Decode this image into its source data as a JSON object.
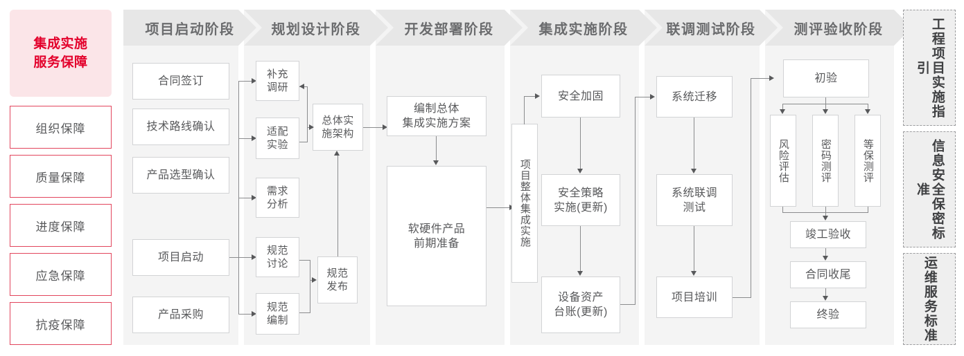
{
  "guarantee": {
    "title_line1": "集成实施",
    "title_line2": "服务保障",
    "items": [
      {
        "label": "组织保障"
      },
      {
        "label": "质量保障"
      },
      {
        "label": "进度保障"
      },
      {
        "label": "应急保障"
      },
      {
        "label": "抗疫保障"
      }
    ]
  },
  "phases": [
    {
      "id": "start",
      "title": "项目启动阶段"
    },
    {
      "id": "planning",
      "title": "规划设计阶段"
    },
    {
      "id": "deploy",
      "title": "开发部署阶段"
    },
    {
      "id": "integrate",
      "title": "集成实施阶段"
    },
    {
      "id": "jointtest",
      "title": "联调测试阶段"
    },
    {
      "id": "acceptance",
      "title": "测评验收阶段"
    }
  ],
  "nodes": {
    "start": [
      {
        "label": "合同签订"
      },
      {
        "label": "技术路线确认"
      },
      {
        "label": "产品选型确认"
      },
      {
        "label": "项目启动"
      },
      {
        "label": "产品采购"
      }
    ],
    "planning": [
      {
        "label": "补充\n调研"
      },
      {
        "label": "适配\n实验"
      },
      {
        "label": "需求\n分析"
      },
      {
        "label": "规范\n讨论"
      },
      {
        "label": "规范\n编制"
      },
      {
        "label": "总体实\n施架构"
      },
      {
        "label": "规范\n发布"
      }
    ],
    "deploy": [
      {
        "label": "编制总体\n集成实施方案"
      },
      {
        "label": "软硬件产品\n前期准备"
      }
    ],
    "integrate": [
      {
        "label": "项目整体集成实施"
      },
      {
        "label": "安全加固"
      },
      {
        "label": "安全策略\n实施(更新)"
      },
      {
        "label": "设备资产\n台账(更新)"
      }
    ],
    "jointtest": [
      {
        "label": "系统迁移"
      },
      {
        "label": "系统联调\n测试"
      },
      {
        "label": "项目培训"
      }
    ],
    "acceptance": [
      {
        "label": "初验"
      },
      {
        "label": "风险评估"
      },
      {
        "label": "密码测评"
      },
      {
        "label": "等保测评"
      },
      {
        "label": "竣工验收"
      },
      {
        "label": "合同收尾"
      },
      {
        "label": "终验"
      }
    ]
  },
  "standards": [
    {
      "label": "工程项目实施指引"
    },
    {
      "label": "信息安全保密标准"
    },
    {
      "label": "运维服务标准"
    }
  ],
  "colors": {
    "accent_red": "#e3002b",
    "accent_red_border": "#e2445c",
    "accent_red_bg": "#fbe5e8",
    "panel_bg": "#f4f4f4",
    "header_bg": "#e7e7e7",
    "node_border": "#d2d3d5",
    "connector": "#8a8b8d",
    "text": "#58595b"
  }
}
